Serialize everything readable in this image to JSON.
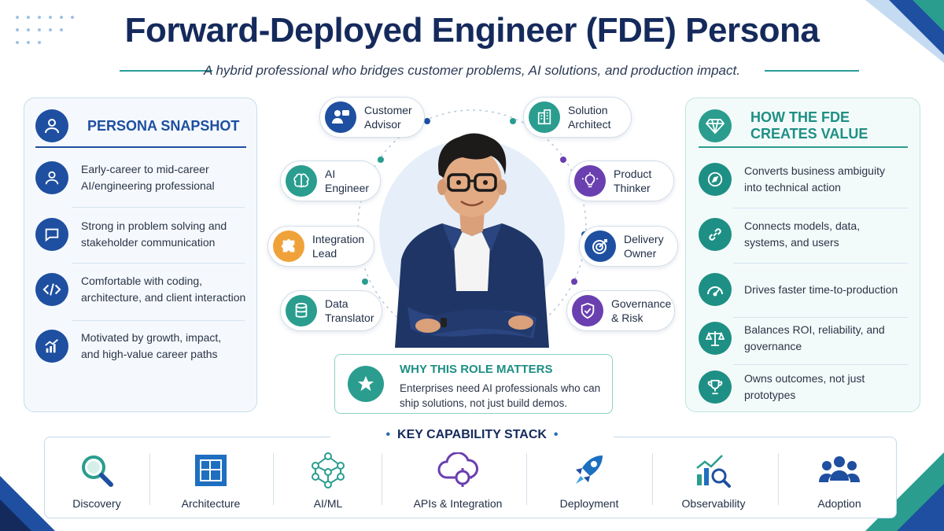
{
  "header": {
    "title": "Forward-Deployed Engineer (FDE) Persona",
    "subtitle": "A hybrid professional who bridges customer problems, AI solutions, and production impact."
  },
  "left_panel": {
    "title": "PERSONA SNAPSHOT",
    "items": [
      {
        "text": "Early-career to mid-career AI/engineering professional",
        "icon": "user-icon"
      },
      {
        "text": "Strong in problem solving and stakeholder communication",
        "icon": "chat-icon"
      },
      {
        "text": "Comfortable with coding, architecture, and client interaction",
        "icon": "code-icon"
      },
      {
        "text": "Motivated by growth, impact, and high-value career paths",
        "icon": "growth-chart-icon"
      }
    ]
  },
  "right_panel": {
    "title": "HOW THE FDE CREATES VALUE",
    "items": [
      {
        "text": "Converts business ambiguity into technical action",
        "icon": "compass-icon"
      },
      {
        "text": "Connects models, data, systems, and users",
        "icon": "link-icon"
      },
      {
        "text": "Drives faster time-to-production",
        "icon": "speedometer-icon"
      },
      {
        "text": "Balances ROI, reliability, and governance",
        "icon": "scale-icon"
      },
      {
        "text": "Owns outcomes, not just prototypes",
        "icon": "trophy-icon"
      }
    ]
  },
  "roles": [
    {
      "label": "Customer Advisor",
      "icon": "customer-advisor-icon",
      "color": "#1e4fa0"
    },
    {
      "label": "Solution Architect",
      "icon": "building-icon",
      "color": "#2a9d8f"
    },
    {
      "label": "AI Engineer",
      "icon": "brain-icon",
      "color": "#2a9d8f"
    },
    {
      "label": "Product Thinker",
      "icon": "lightbulb-icon",
      "color": "#6a3fb0"
    },
    {
      "label": "Integration Lead",
      "icon": "puzzle-icon",
      "color": "#f0a23a"
    },
    {
      "label": "Delivery Owner",
      "icon": "target-icon",
      "color": "#1e4fa0"
    },
    {
      "label": "Data Translator",
      "icon": "database-icon",
      "color": "#2a9d8f"
    },
    {
      "label": "Governance & Risk",
      "icon": "shield-icon",
      "color": "#6a3fb0"
    }
  ],
  "why": {
    "title": "WHY THIS ROLE MATTERS",
    "text": "Enterprises need AI professionals who can ship solutions, not just build demos.",
    "icon": "star-icon"
  },
  "stack": {
    "title": "KEY CAPABILITY STACK",
    "items": [
      {
        "label": "Discovery",
        "icon": "magnifier-icon"
      },
      {
        "label": "Architecture",
        "icon": "blueprint-icon"
      },
      {
        "label": "AI/ML",
        "icon": "network-icon"
      },
      {
        "label": "APIs & Integration",
        "icon": "cloud-gear-icon"
      },
      {
        "label": "Deployment",
        "icon": "rocket-icon"
      },
      {
        "label": "Observability",
        "icon": "analytics-icon"
      },
      {
        "label": "Adoption",
        "icon": "users-icon"
      }
    ]
  },
  "colors": {
    "navy": "#152a5c",
    "blue": "#1e4fa0",
    "teal": "#2a9d8f",
    "purple": "#6a3fb0",
    "orange": "#f0a23a"
  }
}
